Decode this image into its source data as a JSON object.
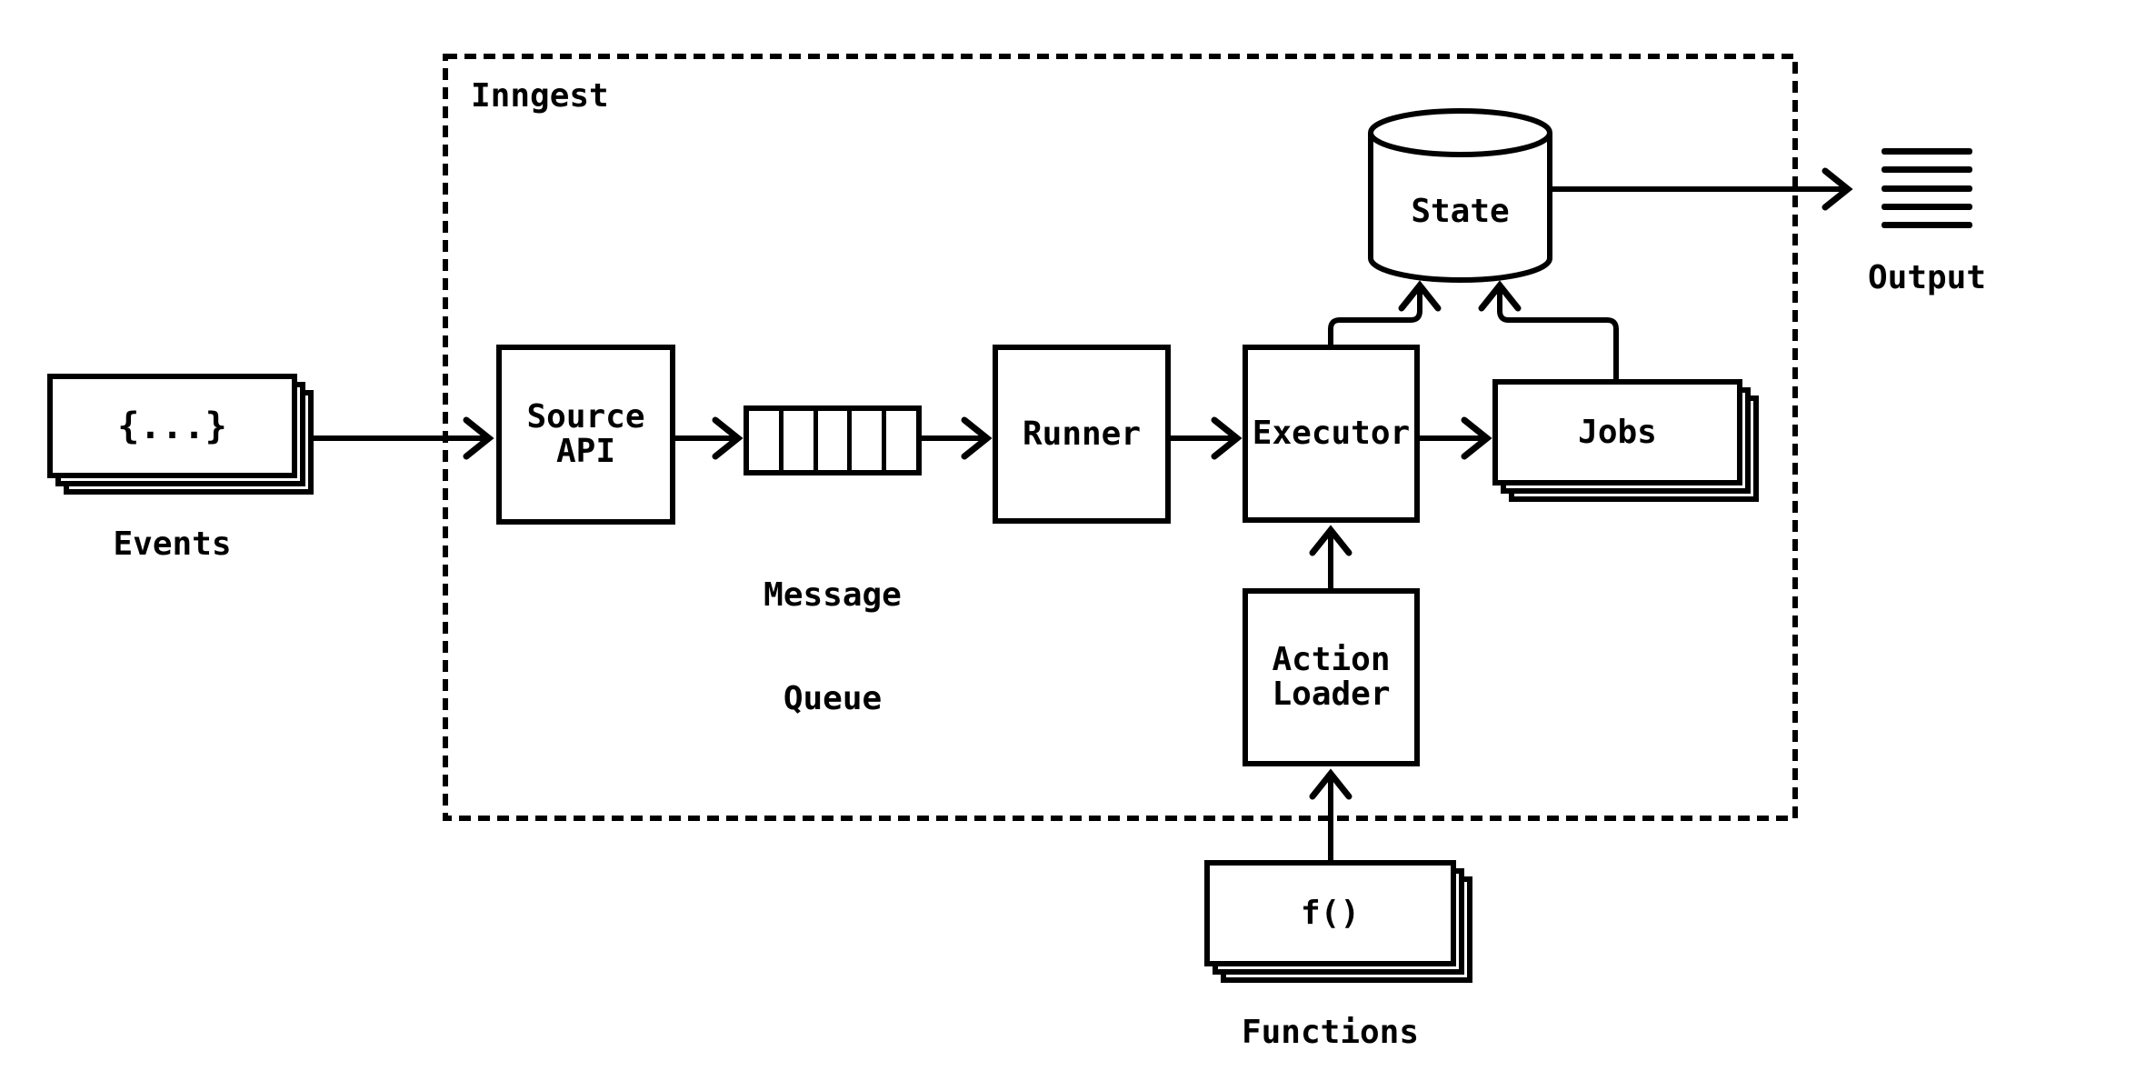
{
  "diagram": {
    "container_label": "Inngest",
    "nodes": {
      "events": {
        "box_text": "{...}",
        "caption": "Events"
      },
      "source_api": {
        "line1": "Source",
        "line2": "API"
      },
      "message_queue": {
        "caption_line1": "Message",
        "caption_line2": "Queue",
        "cell_count": 5
      },
      "runner": {
        "label": "Runner"
      },
      "executor": {
        "label": "Executor"
      },
      "state": {
        "label": "State"
      },
      "jobs": {
        "label": "Jobs"
      },
      "action_loader": {
        "line1": "Action",
        "line2": "Loader"
      },
      "functions": {
        "box_text": "f()",
        "caption": "Functions"
      },
      "output": {
        "caption": "Output",
        "line_count": 5
      }
    },
    "edges": [
      {
        "from": "Events",
        "to": "Source API"
      },
      {
        "from": "Source API",
        "to": "Message Queue"
      },
      {
        "from": "Message Queue",
        "to": "Runner"
      },
      {
        "from": "Runner",
        "to": "Executor"
      },
      {
        "from": "Executor",
        "to": "Jobs"
      },
      {
        "from": "Executor",
        "to": "State"
      },
      {
        "from": "Jobs",
        "to": "State"
      },
      {
        "from": "State",
        "to": "Output"
      },
      {
        "from": "Action Loader",
        "to": "Executor"
      },
      {
        "from": "Functions",
        "to": "Action Loader"
      }
    ],
    "colors": {
      "stroke": "#000000",
      "background": "#ffffff"
    }
  }
}
